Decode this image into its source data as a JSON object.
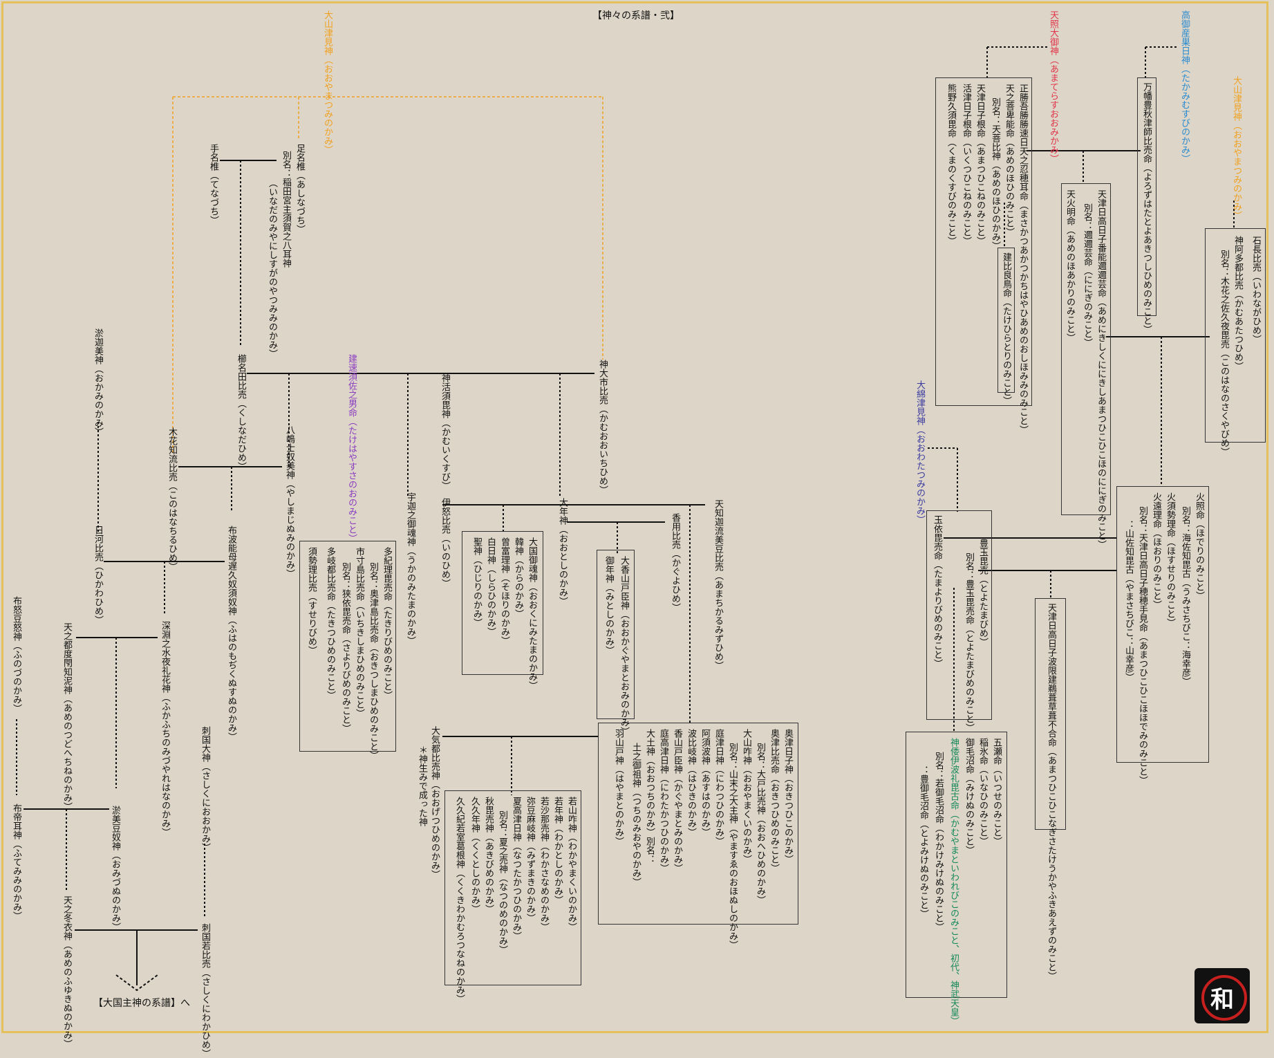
{
  "title": "【神々の系譜・弐】",
  "footer": "【大国主神の系譜】へ",
  "colors": {
    "orange": "#f0a020",
    "purple": "#8a3cc0",
    "red": "#e0354a",
    "blue": "#2a8ad0",
    "navy": "#3a3aa0",
    "green": "#14885a",
    "border": "#e3c05a"
  },
  "people": {
    "ohyamatsumi_left": "大山津見神（おおやまつみのかみ）",
    "ashinazuchi": "足名椎（あしなづち）",
    "ashinazuchi_alias": "別名：稲田宮主須賀之八耳神",
    "ashinazuchi_alias_kana": "（いなだのみやにしすがのやつみみのかみ）",
    "tenazuchi": "手名椎（てなづち）",
    "kushinadahime": "櫛名田比売（くしなだひめ）",
    "susanoo": "建速須佐之男命（たけはやすさのおのみこと）",
    "kamuoichihime": "神大市比売（かむおおいちひめ）",
    "yashimajinumi": "八嶋士奴美神（やしまじぬみのかみ）",
    "konohanachiruhime": "木花知流比売（このはなちるひめ）",
    "fuhanomojikunusunu": "布波能母遅久奴須奴神（ふはのもぢくぬすぬのかみ）",
    "okaminokami": "淤迦美神（おかみのかみ）",
    "hikawahime": "日河比売（ひかわひめ）",
    "fukabuchinomizuyarehana": "深淵之水夜礼花神（ふかふちのみづやれはなのかみ）",
    "amenotsudoechine": "天之都度閇知泥神（あめのつどへちねのかみ）",
    "omizunu": "淤美豆奴神（おみづぬのかみ）",
    "funozunu": "布怒豆怒神（ふのづのかみ）",
    "futemimi": "布帝耳神（ふてみみのかみ）",
    "amenofuyukinu": "天之冬衣神（あめのふゆきぬのかみ）",
    "sashikunioo": "刺国大神（さしくにおおかみ）",
    "sashikuniwakahime": "刺国若比売（さしくにわかひめ）",
    "ukanomitama": "宇迦之御魂神（うかのみたまのかみ）",
    "kamuikusubi": "神活須毘神（かむいくすび）",
    "inohime": "伊怒比売（いのひめ）",
    "otoshi": "大年神（おおとしのかみ）",
    "kayohime": "香用比売（かぐよひめ）",
    "amechikarumizuhime": "天知迦流美豆比売（あまちかるみずひめ）",
    "otoshi_children": [
      "大国御魂神（おおくにみたまのかみ）",
      "韓神（からのかみ）",
      "曾富理神（そほりのかみ）",
      "白日神（しらひのかみ）",
      "聖神（ひじりのかみ）"
    ],
    "kayohime_children": [
      "大香山戸臣神（おおかぐやまとおみのかみ）",
      "御年神（みとしのかみ）"
    ],
    "susanoo_daughters": [
      "多紀理毘売命（たきりびめのみこと）",
      "別名：奥津島比売命（おきつしまひめのみこと）",
      "市寸島比売命（いちきしまひめのみこと）",
      "別名：狭依毘売命（さよりびめのみこと）",
      "多岐都比売命（たきつひめのみこと）",
      "須勢理比売（すせりびめ）"
    ],
    "ogetsuhime": "大気都比売神（おおげつひめのかみ）",
    "ogetsuhime_note": "＊神生みで成った神",
    "hayamato_children": [
      "若山咋神（わかやまくいのかみ）",
      "若年神（わかとしのかみ）",
      "若沙那売神（わかさなめのかみ）",
      "弥豆麻岐神（みずまきのかみ）",
      "夏高津日神（なつたかつひのかみ）",
      "別名：夏之売神（なつのめのかみ）",
      "秋毘売神（あきびめのかみ）",
      "久久年神（くくとしのかみ）",
      "久久紀若室葛根神（くくきわかむろつなねのかみ）"
    ],
    "amechikaru_children": [
      "奥津日子神（おきつひこのかみ）",
      "奥津比売命（おきつひめのみこと）",
      "別名：大戸比売神（おおへひめのかみ）",
      "大山咋神（おおやまくいのかみ）",
      "別名：山末之大主神（やますゑのおほぬしのかみ）",
      "庭津日神（にわつひのかみ）",
      "阿須波神（あすはのかみ）",
      "波比岐神（はひきのかみ）",
      "香山戸臣神（かぐやまとみのかみ）",
      "羽山戸神（はやまとのかみ）",
      "庭高津日神（にわたかつひのかみ）",
      "大土神（おおつちのかみ）別名：",
      "土之御祖神（つちのみおやのかみ）"
    ],
    "amaterasu": "天照大御神（あまてらすおおみかみ）",
    "takamimusubi": "高御産巣日神（たかみむすびのかみ）",
    "ohyamatsumi_right": "大山津見神（おおやまつみのかみ）",
    "amaterasu_children": [
      "正勝吾勝勝速日天之忍穂耳命（まさかつあかつかちはやひあめのおしほみみのみこと）",
      "天之菩卑能命（あめのほひのみこと）",
      "別名：天菩比神（あめのほひのかみ）",
      "天津日子根命（あまつひこねのみこと）",
      "活津日子根命（いくつひこねのみこと）",
      "熊野久須毘命（くまのくすびのみこと）"
    ],
    "takehiratori": "建比良鳥命（たけひらとりのみこと）",
    "yorozuhata": "万幡豊秋津師比売命（よろずはたとよあきつしひめのみこと）",
    "amenohoakari": "天火明命（あめのほあかりのみこと）",
    "ninigi": "天津日高日子番能邇邇芸命（あめにきしくににきしあまつひこひこほのににぎのみこと）",
    "ninigi_alias": "別名：邇邇芸命（ににぎのみこと）",
    "iwanagahime": "石長比売（いわながひめ）",
    "kamuatatsuhime": "神阿多都比売（かむあたつひめ）",
    "konohanasakuya": "別名：木花之佐久夜毘売（このはなのさくやびめ）",
    "ninigi_sons": [
      "火照命（ほでりのみこと）",
      "別名：海佐知毘古（うみさちびこ：海幸彦）",
      "火須勢理命（ほすせりのみこと）",
      "火遠理命（ほおりのみこと）",
      "別名：天津日高日子穂穂手見命（あまつひこひこほほでみのみこと）",
      "：山佐知毘古（やまさちびこ：山幸彦）"
    ],
    "owatatsumi": "大綿津見神（おおわたつみのかみ）",
    "tamayorihime": "玉依毘売命（たまよりびめのみこと）",
    "toyotamahime": "豊玉毘売（とよたまびめ）",
    "toyotamahime_alias": "別名：豊玉毘売命（とよたまびめのみこと）",
    "ugayafukiaezu": "天津日高日子波限建鵜葺草葺不合命（あまつひこひこなぎさたけうかやふきあえずのみこと）",
    "tamayori_children": [
      "五瀬命（いつせのみこと）",
      "稲氷命（いなひのみこと）",
      "御毛沼命（みけぬのみこと）",
      "神倭伊波礼毘古命（かむやまといわれびこのみこと、初代、神武天皇）",
      "別名：若御毛沼命（わかけみけぬのみこと）",
      "：豊御毛沼命（とよみけぬのみこと）"
    ]
  }
}
